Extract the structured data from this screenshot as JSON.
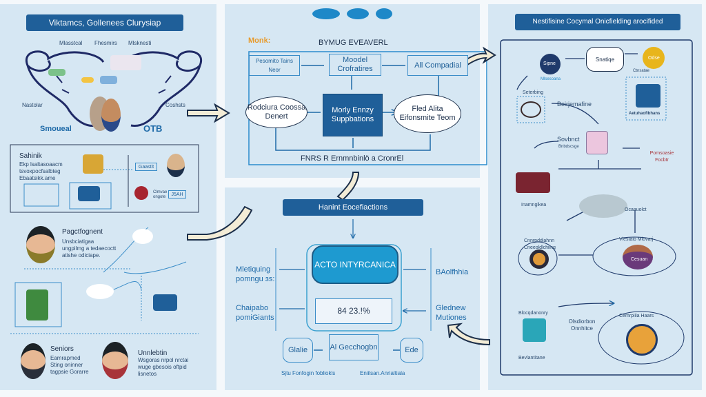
{
  "left": {
    "title": "Viktamcs, Gollenees Clurysiap",
    "tree_labels": [
      "Mlasstcal",
      "Fhesmirs",
      "Mlsknesti",
      "Nastolar",
      "Coshsts"
    ],
    "logo_left": "Smoueal",
    "logo_right": "OTB",
    "section_box": {
      "title": "Sahinik",
      "desc": "Ekp lsaltasoaacm tsvoxpocfsalbteg Ebaatsikk.ame",
      "tag1": "Gaastit",
      "tag2": "J5AH",
      "small_label": "Clmvae ongote"
    },
    "person1": {
      "name": "Pagctfognent",
      "desc": "Unsbciatigaa ungpilmg a tedaecoctt atishe odiciape."
    },
    "person2": {
      "name": "Seniors",
      "desc": "Eamrapmed Sting oninner tagpsie Gorarre"
    },
    "person3": {
      "name": "Unnlebtin",
      "desc": "Wsgoras nrpol nrctai wuge gbesois oftpid lisnetos"
    }
  },
  "middle_top": {
    "label_orange": "Monk:",
    "heading": "BYMUG EVEAVERL",
    "box1": "Pesomito Tains Neor",
    "box2": "Moodel Crofratires",
    "box3": "All Compadial",
    "blob_left": "Rodciura Coossa Denert",
    "center": "Morly Ennzy Suppbations",
    "blob_right": "Fled Alita Eifonsmite Teom",
    "footer": "FNRS R Ernmnbinlö a CronrEl"
  },
  "middle_bottom": {
    "title": "Hanint Eocefiactions",
    "center_title": "ACTO INTYRCANICA",
    "value": "84 23.!%",
    "left1": "Mletiquing pomngu ɜs:",
    "left2": "Chaipabo pomiGiants",
    "right1": "BAolfhhia",
    "right2": "Glednew Mutiones",
    "hex_left": "Glalie",
    "center_box": "Al Gecchogbn",
    "hex_right": "Ede",
    "caption_left": "Sjtu Fonfogin fobliokls",
    "caption_right": "Eniilsan.Anrialtiala"
  },
  "right": {
    "title": "Nestifisine Cocymal Onicfielding arocifided",
    "nodes": [
      "Sipne",
      "Mlsesoana",
      "Snatiqe",
      "Odse",
      "Ctnsatae",
      "Aetuhaoflbhans",
      "Seterbing",
      "Beirjemafine",
      "Sovbnct",
      "Bnbdscsge",
      "Pomsoasie Focbtr",
      "Inamngikea",
      "Ocaauolct",
      "Cnnrpddiahnn Cneeoldlchiing",
      "Viestaib Miovarj",
      "Cesuan",
      "Blocqdanonry",
      "Olsdiorbon Onnhitce",
      "Cemrpiiia Haars",
      "Bevlantitane"
    ],
    "colors": {
      "navy": "#1f3a6b",
      "gold": "#e8b51c",
      "maroon": "#7a2430",
      "teal": "#2aa6b8"
    }
  },
  "colors": {
    "panel": "#d6e7f3",
    "banner": "#1f5f99",
    "accent": "#1e88c8",
    "arrow": "#f3ecd6"
  }
}
